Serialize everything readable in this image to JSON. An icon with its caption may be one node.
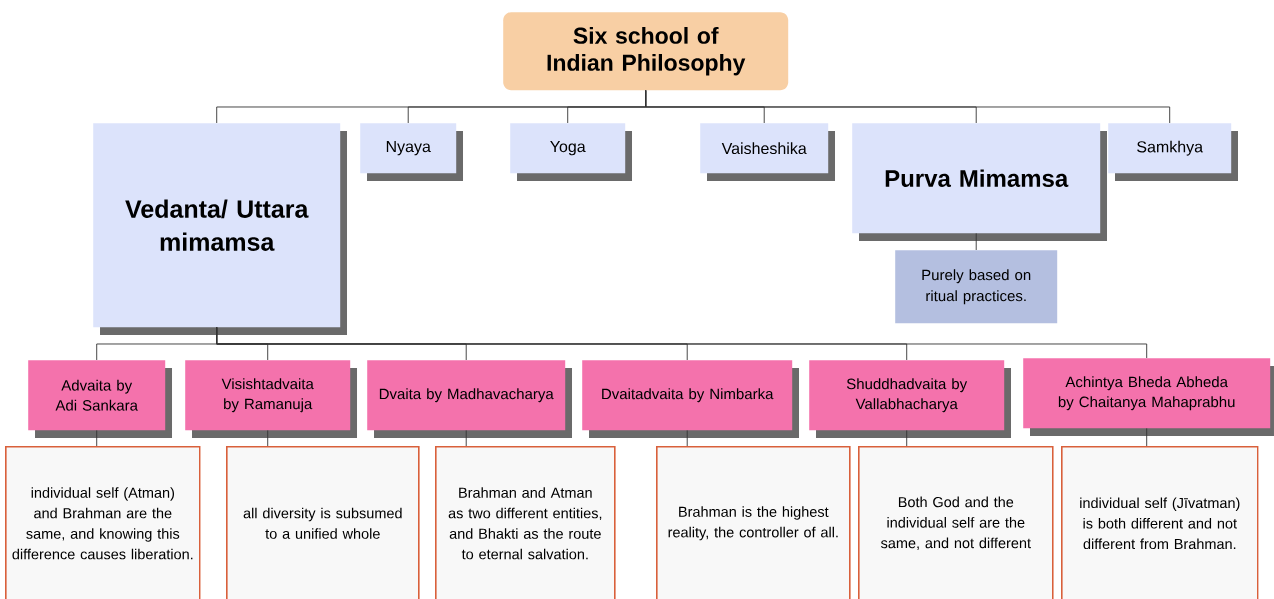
{
  "diagram": {
    "nodes": [
      {
        "text": [
          "Six school of Indian Philosophy"
        ]
      },
      {
        "text": [
          "Vedanta/ Uttara mimamsa"
        ]
      },
      {
        "text": [
          "Nyaya"
        ]
      },
      {
        "text": [
          "Yoga"
        ]
      },
      {
        "text": [
          "Vaisheshika"
        ]
      },
      {
        "text": [
          "Purva Mimamsa"
        ]
      },
      {
        "text": [
          "Samkhya"
        ]
      },
      {
        "text": [
          "Purely based on ritual practices."
        ]
      },
      {
        "text": [
          "Advaita by Adi Sankara"
        ]
      },
      {
        "text": [
          "Visishtadvaita by Ramanuja"
        ]
      },
      {
        "text": [
          "Dvaita by Madhavacharya"
        ]
      },
      {
        "text": [
          "Dvaitadvaita by Nimbarka"
        ]
      },
      {
        "text": [
          "Shuddhadvaita by Vallabhacharya"
        ]
      },
      {
        "text": [
          "Achintya Bheda Abheda by Chaitanya Mahaprabhu"
        ]
      },
      {
        "text": [
          "individual self (Atman) and Brahman are the same, and knowing this difference causes liberation."
        ]
      },
      {
        "text": [
          "all diversity is subsumed to a unified whole"
        ]
      },
      {
        "text": [
          "Brahman and Atman as two different entities, and Bhakti as the route to eternal salvation."
        ]
      },
      {
        "text": [
          "Brahman is the highest reality, the controller of all."
        ]
      },
      {
        "text": [
          "Both God and the individual self are the same, and not different"
        ]
      },
      {
        "text": [
          "individual self (Jīvatman) is both different and not different from Brahman."
        ]
      }
    ],
    "edges": [
      {
        "from": 0,
        "to": 1,
        "arrow": "none"
      },
      {
        "from": 0,
        "to": 2,
        "arrow": "none"
      },
      {
        "from": 0,
        "to": 3,
        "arrow": "none"
      },
      {
        "from": 0,
        "to": 4,
        "arrow": "none"
      },
      {
        "from": 0,
        "to": 5,
        "arrow": "none"
      },
      {
        "from": 0,
        "to": 6,
        "arrow": "none"
      },
      {
        "from": 5,
        "to": 7,
        "arrow": "none"
      },
      {
        "from": 1,
        "to": 8,
        "arrow": "none"
      },
      {
        "from": 1,
        "to": 9,
        "arrow": "none"
      },
      {
        "from": 1,
        "to": 10,
        "arrow": "none"
      },
      {
        "from": 1,
        "to": 11,
        "arrow": "none"
      },
      {
        "from": 1,
        "to": 12,
        "arrow": "none"
      },
      {
        "from": 1,
        "to": 13,
        "arrow": "none"
      },
      {
        "from": 8,
        "to": 14,
        "arrow": "none"
      },
      {
        "from": 9,
        "to": 15,
        "arrow": "none"
      },
      {
        "from": 10,
        "to": 16,
        "arrow": "none"
      },
      {
        "from": 11,
        "to": 17,
        "arrow": "none"
      },
      {
        "from": 12,
        "to": 18,
        "arrow": "none"
      },
      {
        "from": 13,
        "to": 19,
        "arrow": "none"
      }
    ]
  }
}
